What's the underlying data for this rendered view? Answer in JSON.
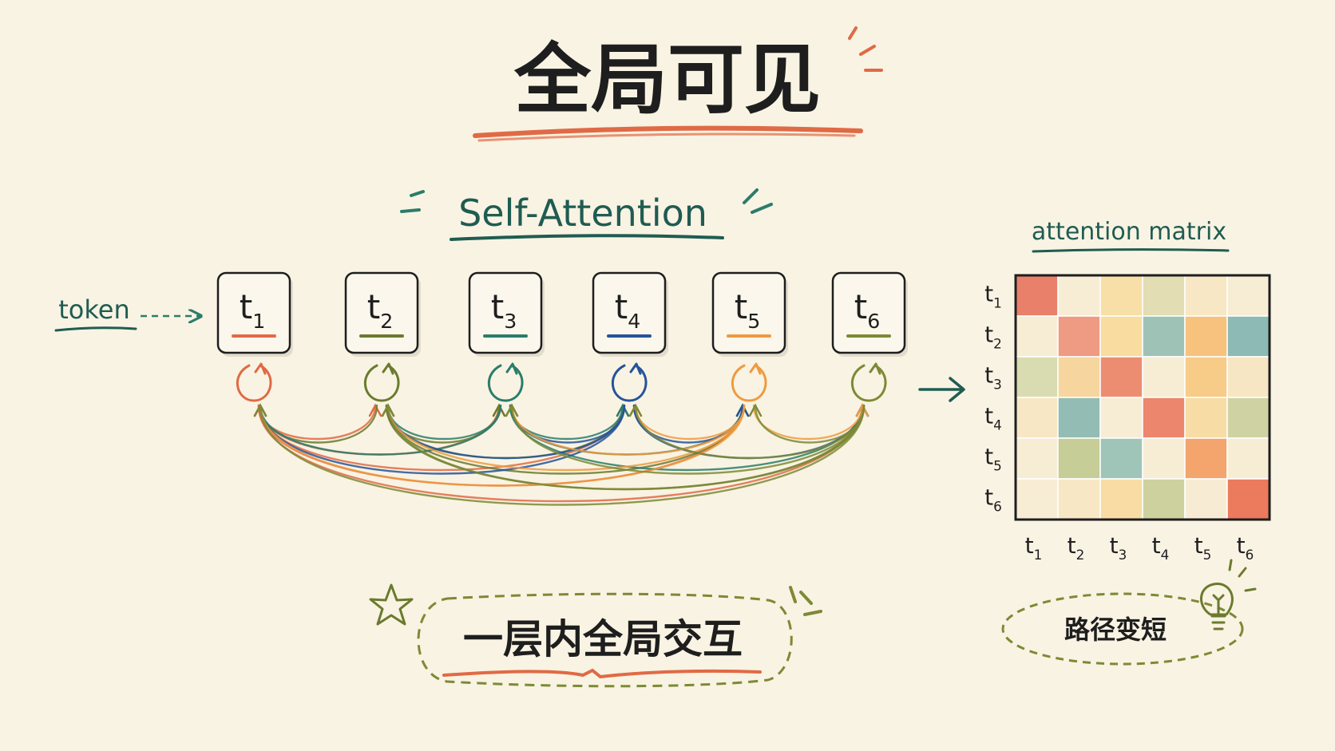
{
  "title": "全局可见",
  "subtitle": "Self-Attention",
  "token_label": "token",
  "tokens": [
    {
      "base": "t",
      "sub": "1",
      "color": "#e06a45"
    },
    {
      "base": "t",
      "sub": "2",
      "color": "#6b7a2e"
    },
    {
      "base": "t",
      "sub": "3",
      "color": "#2a7d6a"
    },
    {
      "base": "t",
      "sub": "4",
      "color": "#25549a"
    },
    {
      "base": "t",
      "sub": "5",
      "color": "#ee9a40"
    },
    {
      "base": "t",
      "sub": "6",
      "color": "#7c8a35"
    }
  ],
  "matrix": {
    "title": "attention matrix",
    "row_labels": [
      {
        "base": "t",
        "sub": "1"
      },
      {
        "base": "t",
        "sub": "2"
      },
      {
        "base": "t",
        "sub": "3"
      },
      {
        "base": "t",
        "sub": "4"
      },
      {
        "base": "t",
        "sub": "5"
      },
      {
        "base": "t",
        "sub": "6"
      }
    ],
    "col_labels": [
      {
        "base": "t",
        "sub": "1"
      },
      {
        "base": "t",
        "sub": "2"
      },
      {
        "base": "t",
        "sub": "3"
      },
      {
        "base": "t",
        "sub": "4"
      },
      {
        "base": "t",
        "sub": "5"
      },
      {
        "base": "t",
        "sub": "6"
      }
    ],
    "cells": [
      [
        "#e9806a",
        "#f7edd5",
        "#f8dfa7",
        "#e2ddb2",
        "#f7e7c4",
        "#f7edd5"
      ],
      [
        "#f7edd5",
        "#ef9a82",
        "#f8dca0",
        "#9fc2b6",
        "#f6c27d",
        "#8dbab4"
      ],
      [
        "#d9dcb0",
        "#f6d59e",
        "#ec8d72",
        "#f7edd5",
        "#f6cc88",
        "#f7e6c3"
      ],
      [
        "#f7e7c4",
        "#93bdb4",
        "#f7edd5",
        "#ec866c",
        "#f7dca6",
        "#cfd3a4"
      ],
      [
        "#f7edd5",
        "#c6cd96",
        "#9fc4b8",
        "#f7edd5",
        "#f3a56d",
        "#f7edd5"
      ],
      [
        "#f7edd5",
        "#f7e7c4",
        "#f8dca3",
        "#cdd19e",
        "#f7ecd3",
        "#ec7a5c"
      ]
    ]
  },
  "bottom_label": "一层内全局交互",
  "side_label": "路径变短",
  "colors": {
    "title_underline": "#e06a45",
    "subtitle": "#1f5c52",
    "dashed_border": "#7c8a35",
    "ink": "#1e1e1e"
  }
}
